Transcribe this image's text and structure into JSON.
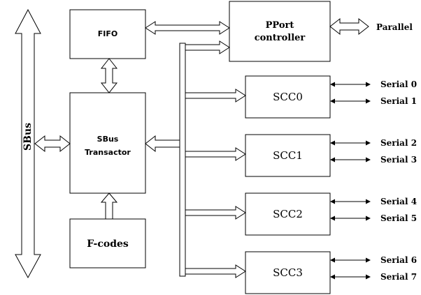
{
  "blocks": {
    "sbus": "SBus",
    "fifo": "FIFO",
    "sbus_transactor_line1": "SBus",
    "sbus_transactor_line2": "Transactor",
    "fcodes": "F-codes",
    "pport_line1": "PPort",
    "pport_line2": "controller",
    "parallel": "Parallel",
    "scc": [
      "SCC0",
      "SCC1",
      "SCC2",
      "SCC3"
    ]
  },
  "serial_ports": [
    "Serial 0",
    "Serial 1",
    "Serial 2",
    "Serial 3",
    "Serial 4",
    "Serial 5",
    "Serial 6",
    "Serial 7"
  ]
}
